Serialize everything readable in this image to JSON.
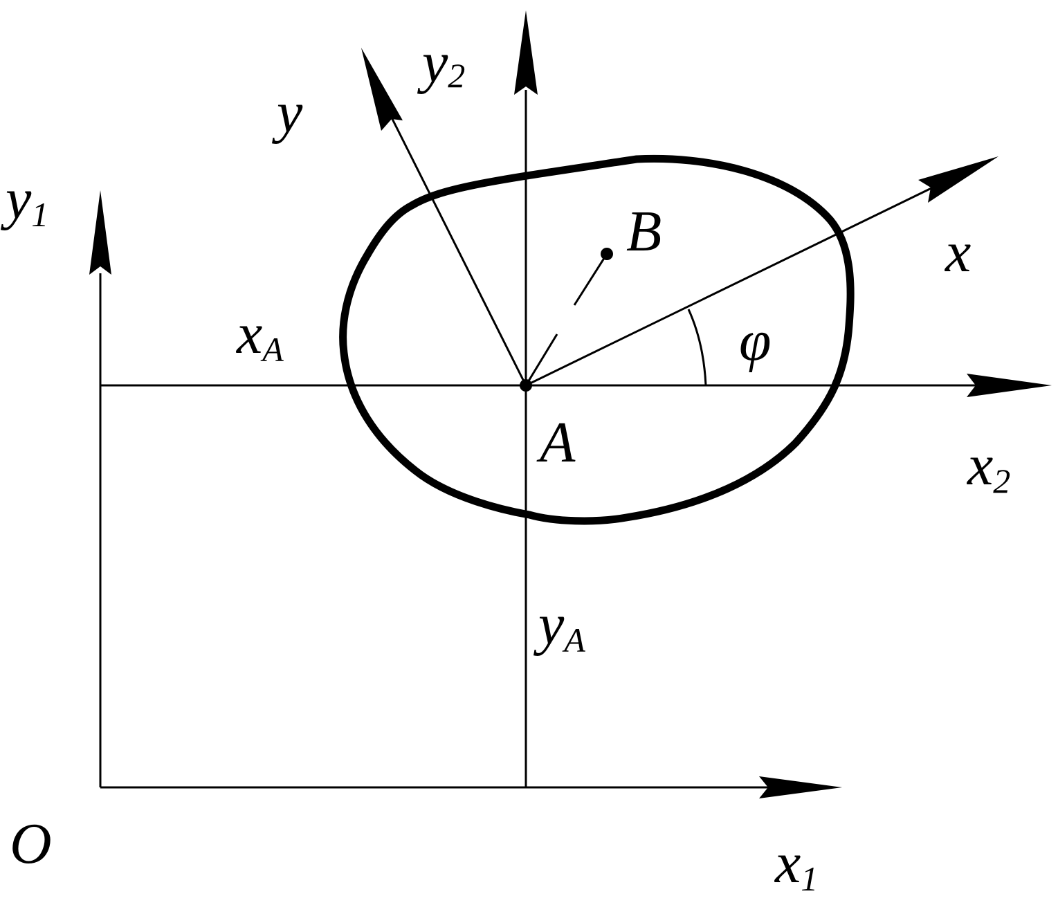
{
  "labels": {
    "origin": "O",
    "point_a": "A",
    "point_b": "B",
    "angle": "φ",
    "x": "x",
    "y": "y",
    "x1_base": "x",
    "x1_sub": "1",
    "y1_base": "y",
    "y1_sub": "1",
    "x2_base": "x",
    "x2_sub": "2",
    "y2_base": "y",
    "y2_sub": "2",
    "xa_base": "x",
    "xa_sub": "A",
    "ya_base": "y",
    "ya_sub": "A"
  },
  "colors": {
    "stroke": "#000000",
    "background": "#ffffff"
  }
}
